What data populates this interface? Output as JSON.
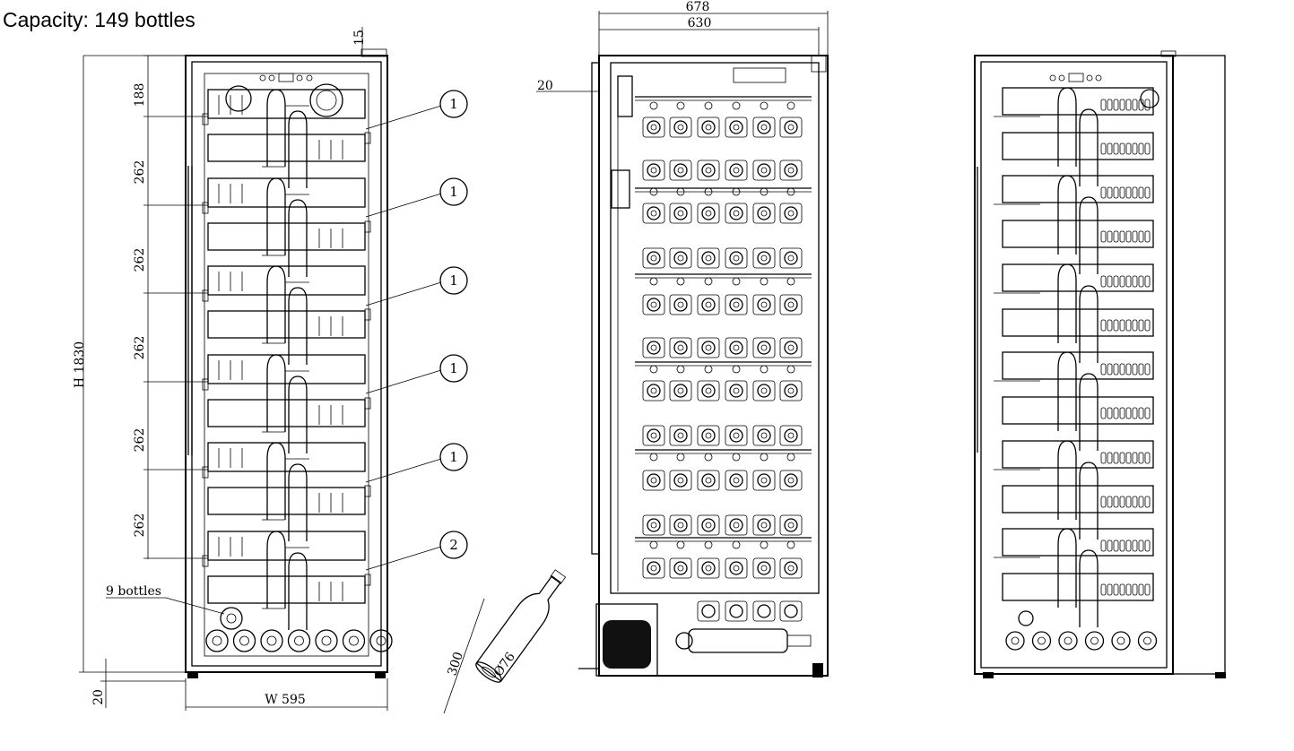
{
  "caption": "Capacity: 149 bottles",
  "front_view": {
    "dims": {
      "top_gap": "15",
      "first_shelf": "188",
      "shelf_pitch": [
        "262",
        "262",
        "262",
        "262",
        "262"
      ],
      "height": "H 1830",
      "width": "W 595",
      "foot": "20"
    },
    "callouts": [
      "1",
      "1",
      "1",
      "1",
      "1",
      "2"
    ],
    "note": "9 bottles"
  },
  "side_view": {
    "dims": {
      "outer_depth": "678",
      "inner_depth": "630",
      "door": "20"
    }
  },
  "bottle": {
    "length": "300",
    "diameter": "Ø76"
  }
}
